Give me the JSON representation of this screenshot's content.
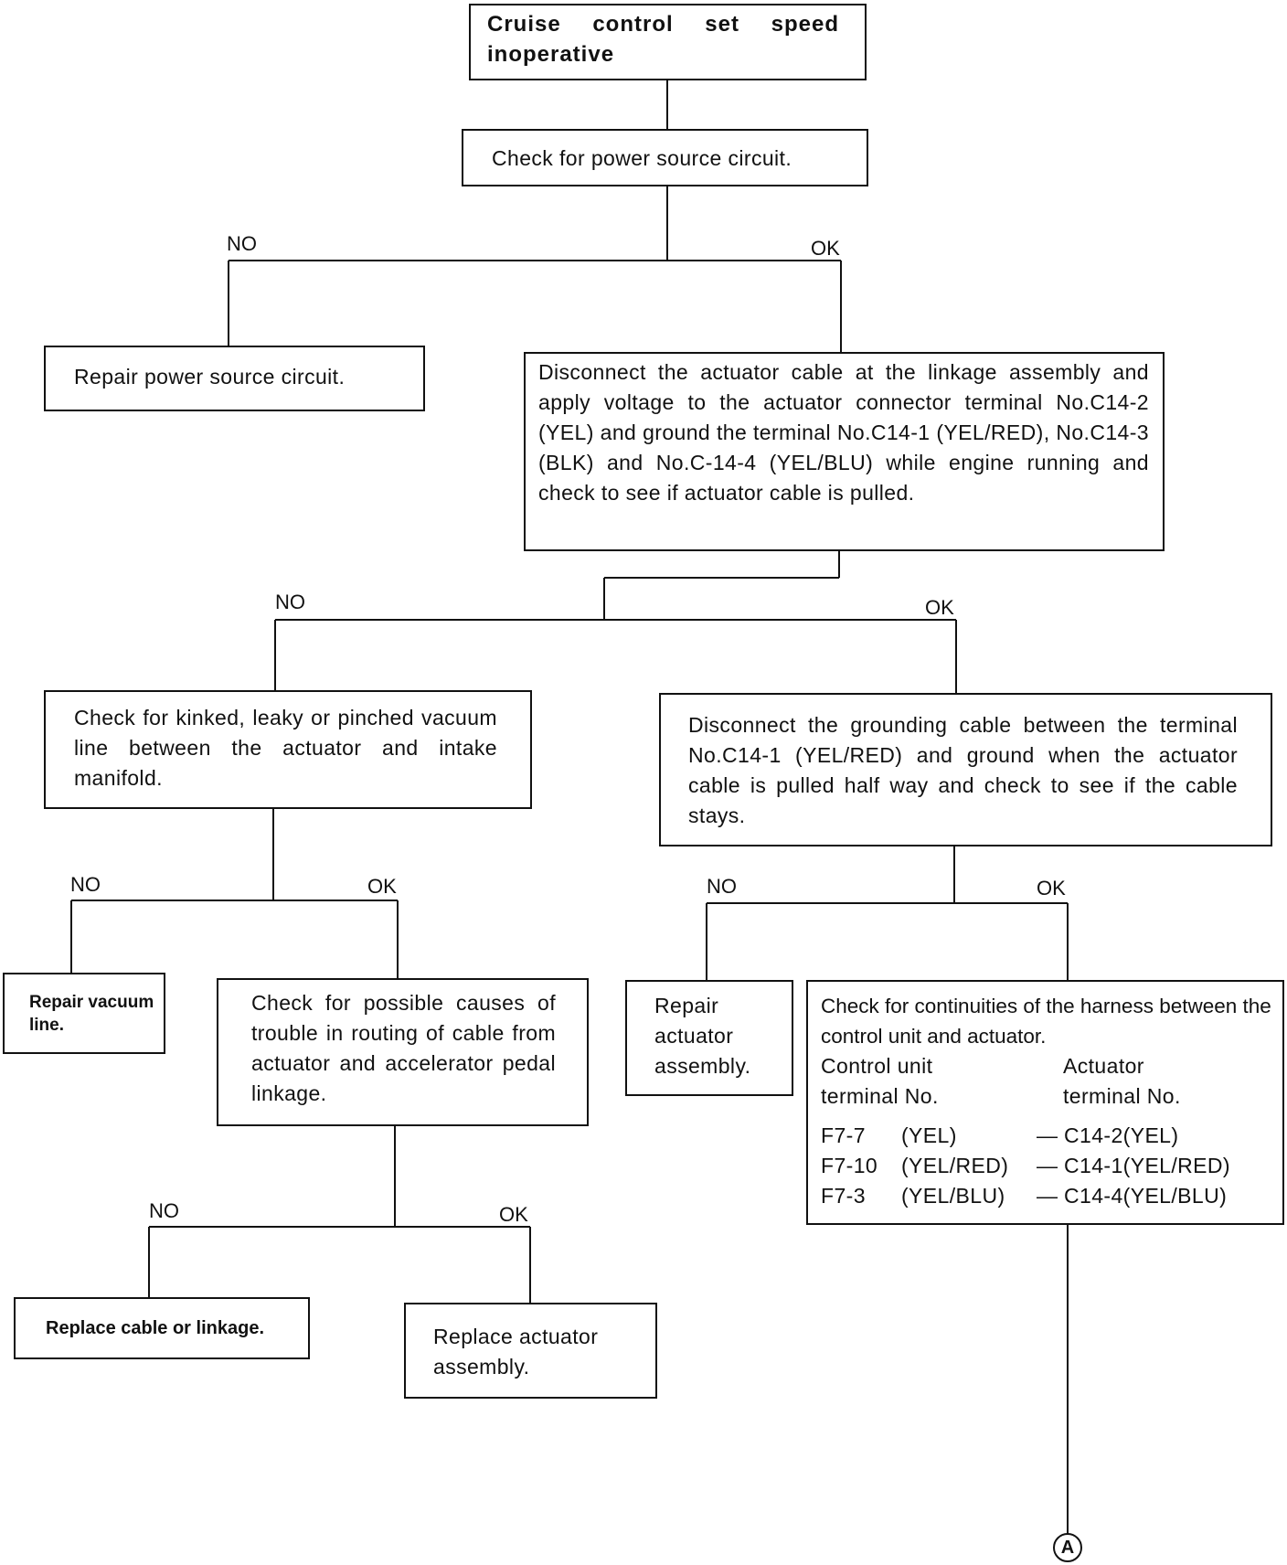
{
  "nodes": {
    "start": "Cruise control set speed inoperative",
    "check_power": "Check for power source circuit.",
    "repair_power": "Repair power source circuit.",
    "disconnect_actuator": "Disconnect the actuator cable at the linkage assembly and apply voltage to the actuator connector terminal No.C14-2 (YEL) and ground the terminal No.C14-1 (YEL/RED), No.C14-3 (BLK) and No.C-14-4 (YEL/BLU) while engine running and check to see if actuator cable is pulled.",
    "check_vacuum": "Check for kinked, leaky or pinched vacuum line between the actuator and intake manifold.",
    "disconnect_ground": "Disconnect the grounding cable between the terminal No.C14-1 (YEL/RED) and ground when the actuator cable is pulled half way and check to see if the cable stays.",
    "repair_vacuum": "Repair vacuum line.",
    "check_routing": "Check for possible causes of trouble in routing of cable from actuator and accelerator pedal linkage.",
    "repair_actuator": "Repair actuator assembly.",
    "replace_cable": "Replace cable or linkage.",
    "replace_actuator": "Replace actuator assembly."
  },
  "continuity": {
    "intro": "Check for continuities of the harness between the control unit and actuator.",
    "col1_header_line1": "Control unit",
    "col1_header_line2": "terminal No.",
    "col2_header_line1": "Actuator",
    "col2_header_line2": "terminal No.",
    "rows": [
      {
        "control": "F7-7",
        "control_color": "(YEL)",
        "dash": "—",
        "actuator": "C14-2(YEL)"
      },
      {
        "control": "F7-10",
        "control_color": "(YEL/RED)",
        "dash": "—",
        "actuator": "C14-1(YEL/RED)"
      },
      {
        "control": "F7-3",
        "control_color": "(YEL/BLU)",
        "dash": "—",
        "actuator": "C14-4(YEL/BLU)"
      }
    ]
  },
  "branch_labels": {
    "no": "NO",
    "ok": "OK"
  },
  "connector": "A"
}
